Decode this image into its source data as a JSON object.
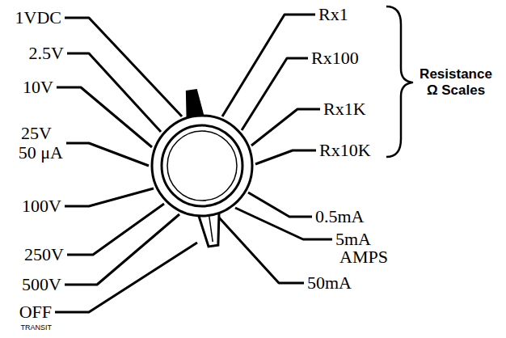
{
  "diagram": {
    "labels": [
      "1VDC",
      "2.5V",
      "10V",
      "25V",
      "50 μA",
      "100V",
      "250V",
      "500V",
      "OFF",
      "TRANSIT",
      "Rx1",
      "Rx100",
      "Rx1K",
      "Rx10K",
      "0.5mA",
      "5mA",
      "AMPS",
      "50mA",
      "Resistance Ω Scales"
    ]
  }
}
